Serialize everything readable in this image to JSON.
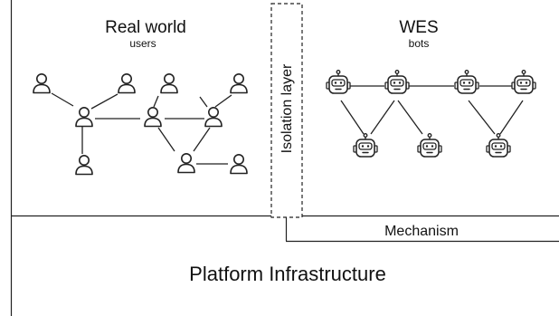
{
  "diagram": {
    "real_world": {
      "title": "Real world",
      "subtitle": "users"
    },
    "wes": {
      "title": "WES",
      "subtitle": "bots"
    },
    "isolation_layer": {
      "label": "Isolation layer"
    },
    "mechanism": {
      "label": "Mechanism"
    },
    "platform": {
      "label": "Platform Infrastructure"
    },
    "user_icon": "person-outline-icon",
    "bot_icon": "robot-head-icon"
  }
}
